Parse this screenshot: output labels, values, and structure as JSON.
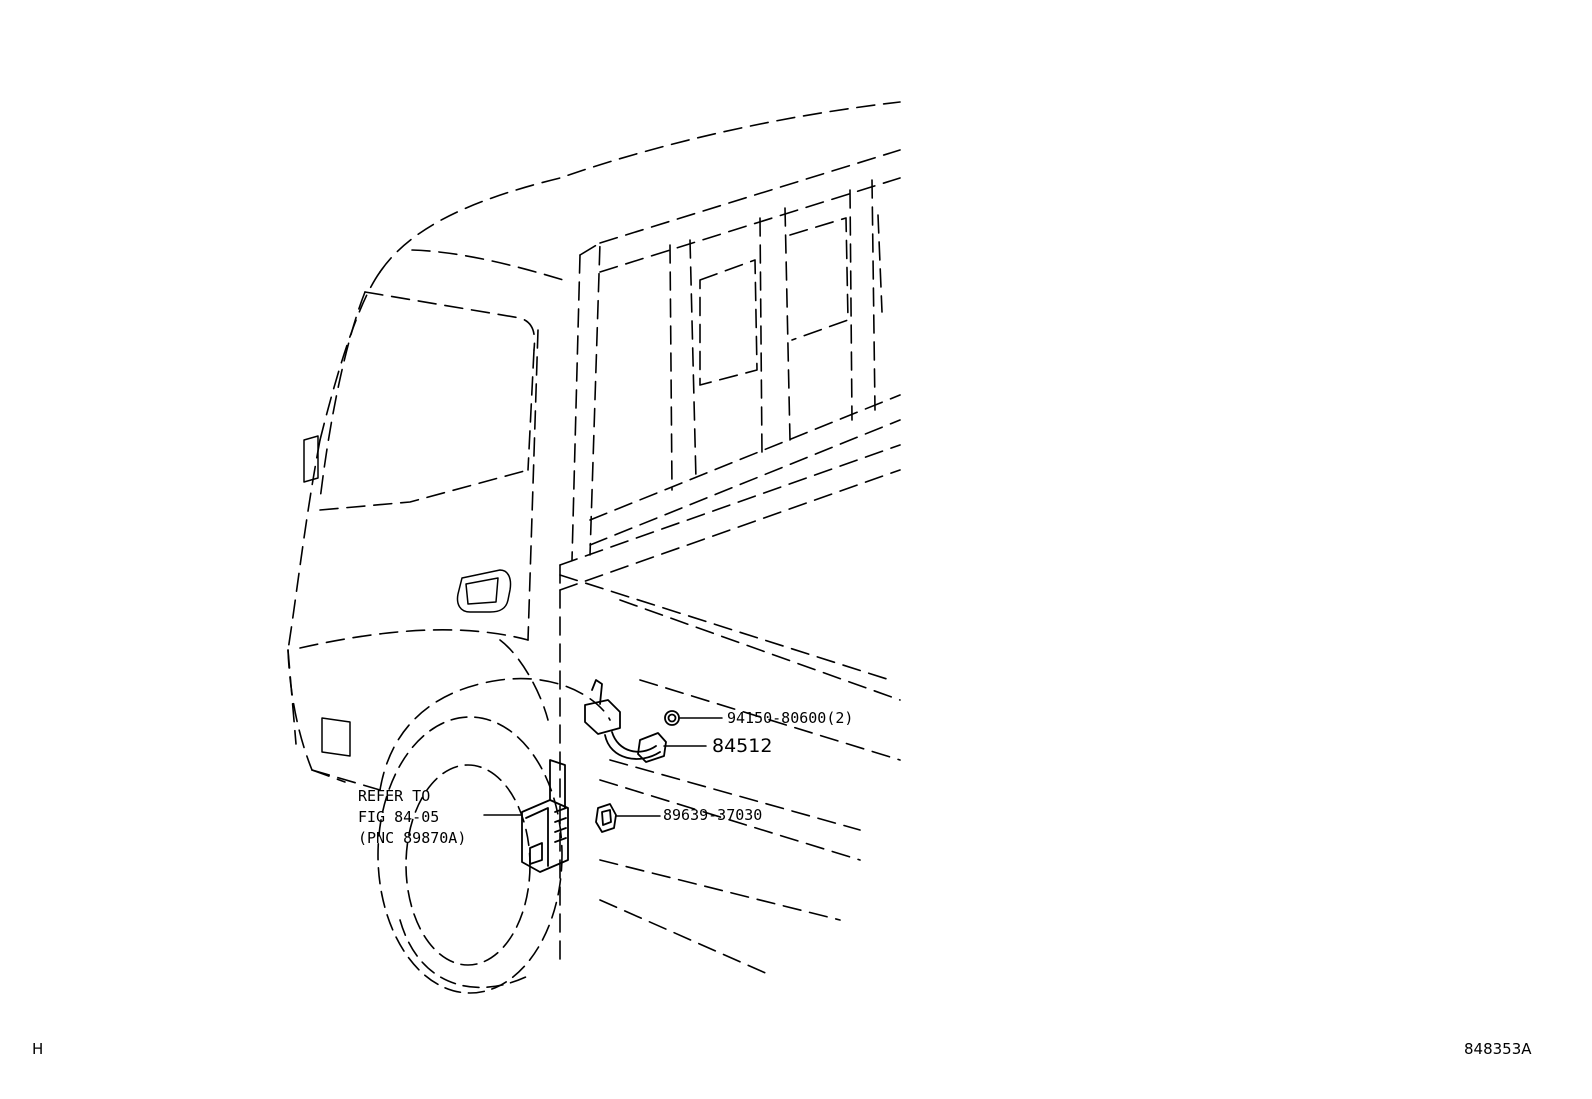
{
  "callouts": {
    "nut": "94150-80600(2)",
    "sensor": "84512",
    "connector": "89639-37030"
  },
  "reference": {
    "line1": "REFER TO",
    "line2": "FIG 84-05",
    "line3": "(PNC 89870A)"
  },
  "corner_left": "H",
  "illustration_id": "848353A"
}
